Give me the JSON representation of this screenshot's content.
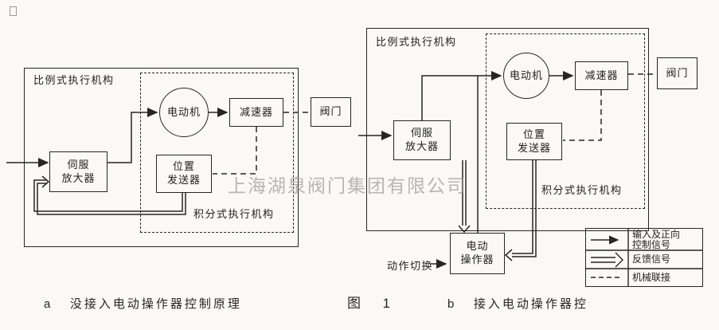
{
  "page": {
    "watermark": "上海湖泉阀门集团有限公司",
    "figure_label": "图  1",
    "caption_a": "a   没接入电动操作器控制原理",
    "caption_b": "b   接入电动操作器控"
  },
  "diagram_a": {
    "proportional_label": "比例式执行机构",
    "integral_label": "积分式执行机构",
    "motor": "电动机",
    "reducer": "减速器",
    "valve": "阀门",
    "servo_amplifier": "伺服\n放大器",
    "position_transmitter": "位置\n发送器"
  },
  "diagram_b": {
    "proportional_label": "比例式执行机构",
    "integral_label": "积分式执行机构",
    "motor": "电动机",
    "reducer": "减速器",
    "valve": "阀门",
    "servo_amplifier": "伺服\n放大器",
    "position_transmitter": "位置\n发送器",
    "electric_operator": "电动\n操作器",
    "action_switch_label": "动作切换"
  },
  "legend": {
    "items": [
      {
        "symbol": "single-arrow",
        "label": "输入及正向\n控制信号"
      },
      {
        "symbol": "double-arrow",
        "label": "反馈信号"
      },
      {
        "symbol": "dashed-line",
        "label": "机械联接"
      }
    ]
  }
}
